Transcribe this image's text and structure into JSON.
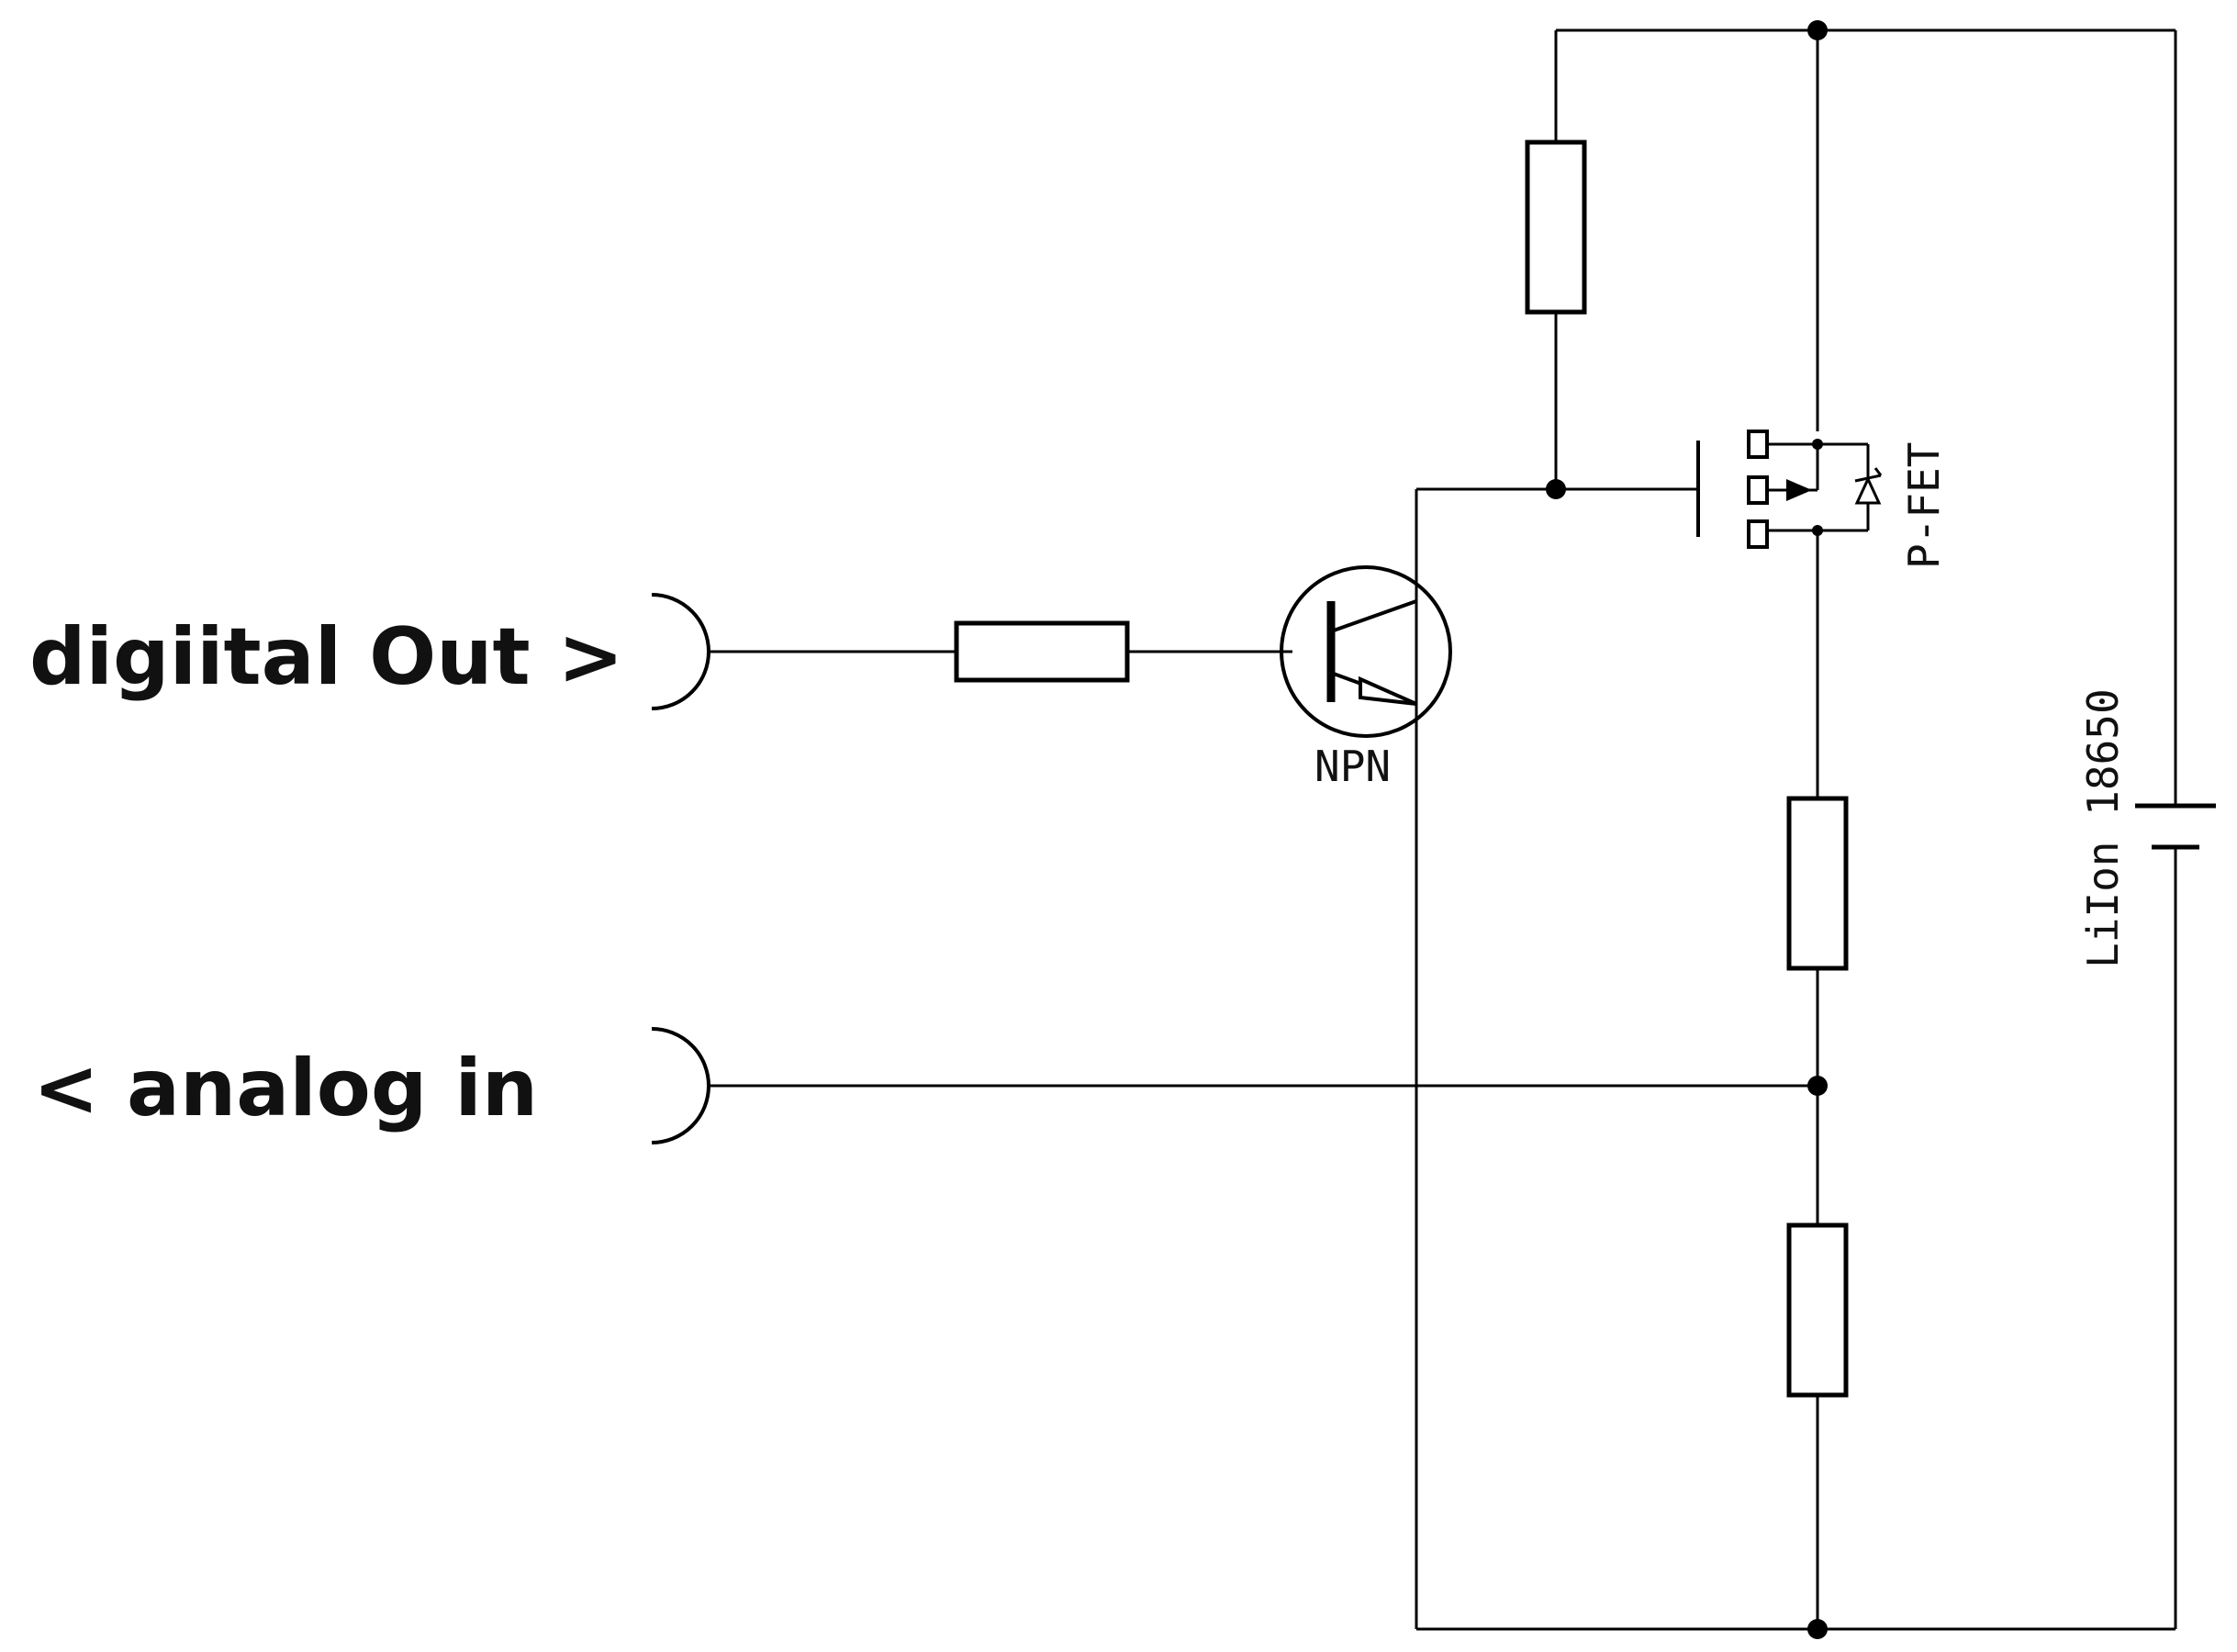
{
  "labels": {
    "digital_out": "digiital Out >",
    "analog_in": "< analog in",
    "npn": "NPN",
    "pfet": "P-FET",
    "battery": "LiIon 18650"
  },
  "colors": {
    "ink": "#000000",
    "background": "#ffffff"
  }
}
